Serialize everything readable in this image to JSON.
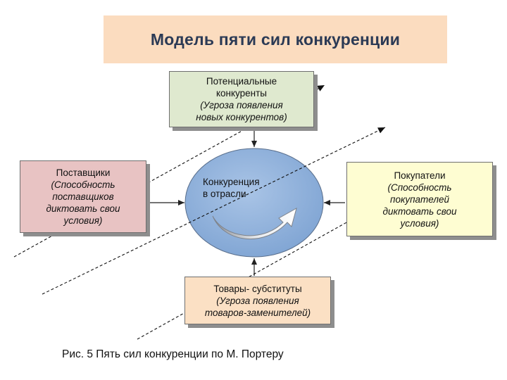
{
  "title": "Модель пяти сил конкуренции",
  "boxes": {
    "potential": {
      "line1": "Потенциальные",
      "line2": "конкуренты",
      "line3": "(Угроза появления",
      "line4": "новых конкурентов)"
    },
    "suppliers": {
      "line1": "Поставщики",
      "line2": "(Способность",
      "line3": "поставщиков",
      "line4": "диктовать свои",
      "line5": "условия)"
    },
    "buyers": {
      "line1": "Покупатели",
      "line2": "(Способность",
      "line3": "покупателей",
      "line4": "диктовать свои",
      "line5": "условия)"
    },
    "substitutes": {
      "line1": "Товары- субституты",
      "line2": "(Угроза появления",
      "line3": "товаров-заменителей)"
    }
  },
  "center": {
    "line1": "Конкуренция",
    "line2": "в отрасли"
  },
  "caption": "Рис. 5 Пять сил конкуренции по М. Портеру",
  "colors": {
    "title_bg": "#fbdcbf",
    "title_text": "#2b3a55",
    "potential_bg": "#dfe9cf",
    "suppliers_bg": "#e8c3c3",
    "buyers_bg": "#fefdd2",
    "substitutes_bg": "#fbe0c4",
    "circle_fill": "#8fb2dc"
  }
}
